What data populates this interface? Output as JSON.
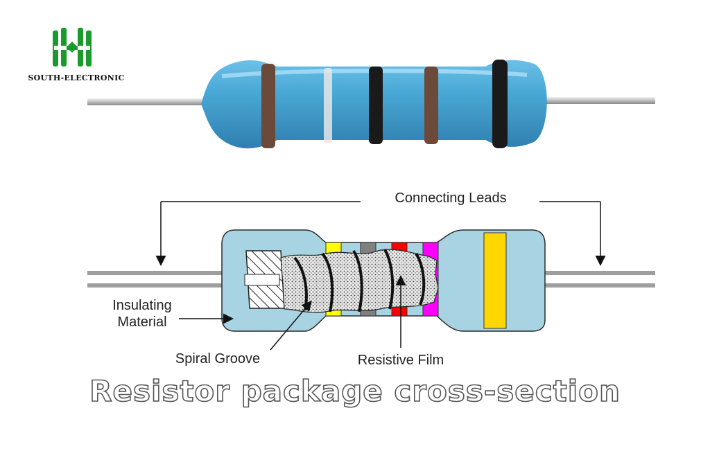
{
  "brand": {
    "name": "SOUTH-ELECTRONIC",
    "color": "#1a9a2c"
  },
  "photo": {
    "body_color": "#4aa9d6",
    "bands": [
      "#6b4a3a",
      "#e6e6e6",
      "#1a1a1a",
      "#6b4a3a",
      "#1a1a1a"
    ]
  },
  "diagram": {
    "labels": {
      "connecting_leads": "Connecting Leads",
      "insulating_material": "Insulating\nMaterial",
      "insulating_line1": "Insulating",
      "insulating_line2": "Material",
      "spiral_groove": "Spiral Groove",
      "resistive_film": "Resistive Film"
    },
    "body_color": "#a8d3e2",
    "bands": [
      "#ffff00",
      "#808080",
      "#ff0000",
      "#ff00ff",
      "#ffd700"
    ]
  },
  "caption": "Resistor package cross-section"
}
